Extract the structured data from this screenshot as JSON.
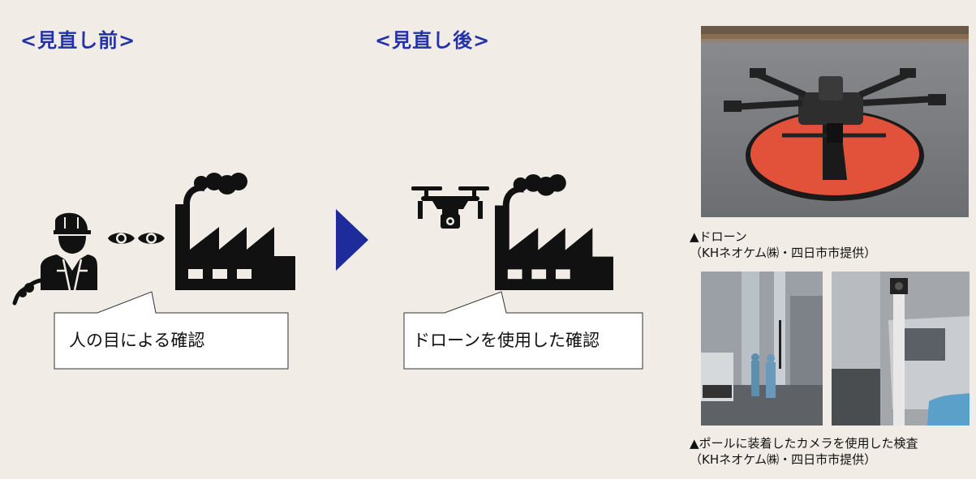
{
  "before": {
    "heading": "<見直し前>",
    "callout": "人の目による確認"
  },
  "after": {
    "heading": "<見直し後>",
    "callout": "ドローンを使用した確認"
  },
  "photos": {
    "drone_caption_line1": "▲ドローン",
    "drone_caption_line2": "（KHネオケム㈱・四日市市提供）",
    "pole_caption_line1": "▲ポールに装着したカメラを使用した検査",
    "pole_caption_line2": "（KHネオケム㈱・四日市市提供）"
  },
  "colors": {
    "background": "#f1ede6",
    "heading": "#2332a8",
    "arrow": "#1e2b9a",
    "icon": "#111111"
  },
  "icons": [
    "worker-icon",
    "eyes-icon",
    "factory-icon",
    "arrow-right-icon",
    "drone-icon"
  ]
}
